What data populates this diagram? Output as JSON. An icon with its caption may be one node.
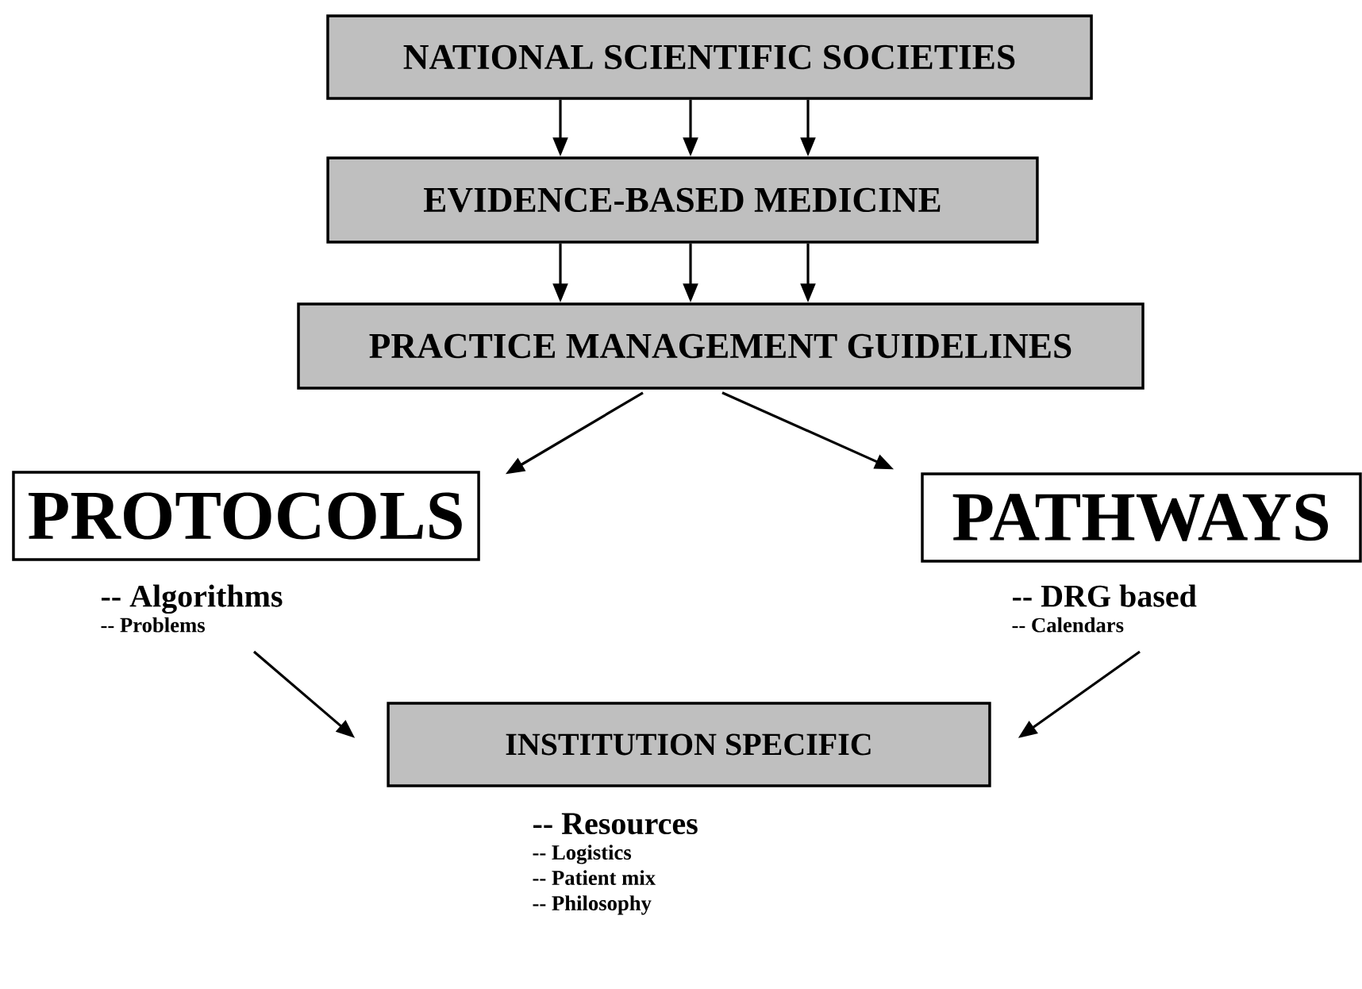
{
  "diagram": {
    "nodes": [
      {
        "text": [
          "NATIONAL SCIENTIFIC SOCIETIES"
        ]
      },
      {
        "text": [
          "EVIDENCE-BASED MEDICINE"
        ]
      },
      {
        "text": [
          "PRACTICE MANAGEMENT GUIDELINES"
        ]
      },
      {
        "text": [
          "PROTOCOLS"
        ],
        "beside": [
          "-- Algorithms",
          "-- Problems"
        ]
      },
      {
        "text": [
          "PATHWAYS"
        ],
        "beside": [
          "-- DRG based",
          "-- Calendars"
        ]
      },
      {
        "text": [
          "INSTITUTION SPECIFIC"
        ],
        "beside": [
          "-- Resources",
          "-- Logistics",
          "-- Patient mix",
          "-- Philosophy"
        ]
      }
    ],
    "edges": [
      {
        "from": 0,
        "to": 1,
        "arrow": "to"
      },
      {
        "from": 0,
        "to": 1,
        "arrow": "to"
      },
      {
        "from": 0,
        "to": 1,
        "arrow": "to"
      },
      {
        "from": 1,
        "to": 2,
        "arrow": "to"
      },
      {
        "from": 1,
        "to": 2,
        "arrow": "to"
      },
      {
        "from": 1,
        "to": 2,
        "arrow": "to"
      },
      {
        "from": 2,
        "to": 3,
        "arrow": "to"
      },
      {
        "from": 2,
        "to": 4,
        "arrow": "to"
      },
      {
        "from": 3,
        "to": 5,
        "arrow": "to"
      },
      {
        "from": 4,
        "to": 5,
        "arrow": "to"
      }
    ]
  }
}
